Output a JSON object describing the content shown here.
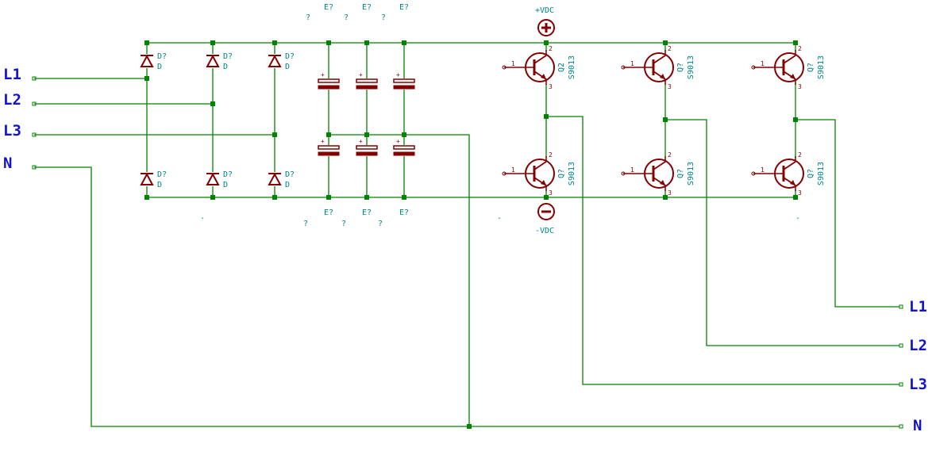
{
  "colors": {
    "wire": "#008400",
    "component": "#840000",
    "port_label": "#1313c8",
    "reference": "#008484"
  },
  "input_ports": [
    "L1",
    "L2",
    "L3",
    "N"
  ],
  "output_ports": [
    "L1",
    "L2",
    "L3",
    "N"
  ],
  "power": {
    "positive_label": "+VDC",
    "negative_label": "-VDC",
    "positive_symbol": "plus",
    "negative_symbol": "minus"
  },
  "diodes": {
    "ref": "D?",
    "value": "D",
    "count": 6
  },
  "capacitors": {
    "ref": "E?",
    "value": "?",
    "count": 6
  },
  "transistors": [
    {
      "ref": "Q2",
      "value": "S9013"
    },
    {
      "ref": "Q?",
      "value": "S9013"
    },
    {
      "ref": "Q?",
      "value": "S9013"
    },
    {
      "ref": "Q?",
      "value": "S9013"
    },
    {
      "ref": "Q?",
      "value": "S9013"
    },
    {
      "ref": "Q?",
      "value": "S9013"
    }
  ],
  "pins": {
    "base": "1",
    "collector": "2",
    "emitter": "3"
  },
  "dot": "."
}
